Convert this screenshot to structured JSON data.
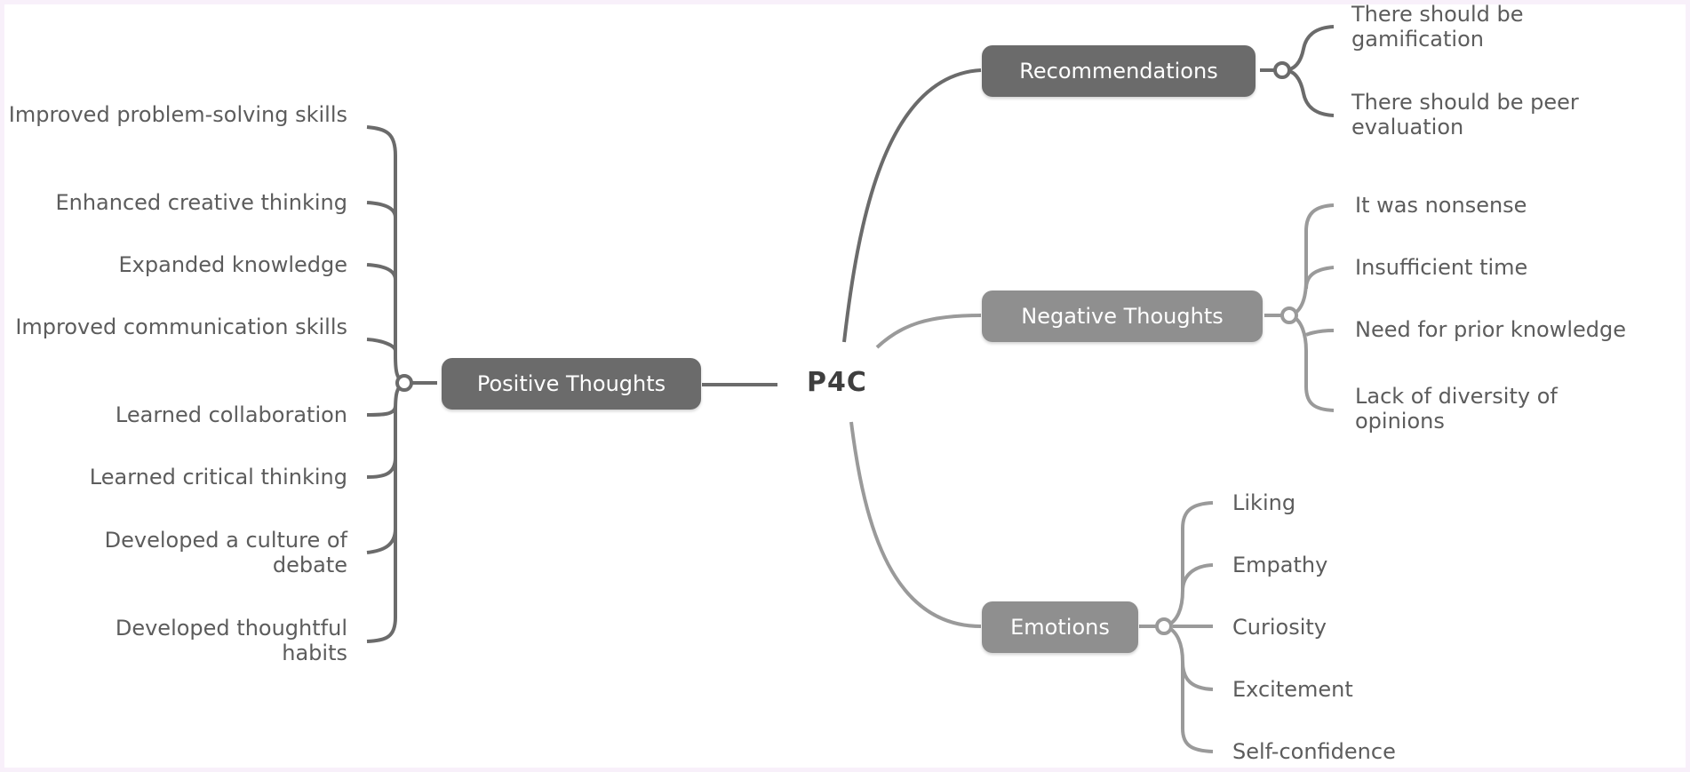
{
  "center": {
    "label": "P4C"
  },
  "branches": {
    "positive": {
      "label": "Positive Thoughts",
      "color": "#6b6b6b",
      "items": [
        "Improved problem-solving skills",
        "Enhanced creative thinking",
        "Expanded knowledge",
        "Improved communication skills",
        "Learned collaboration",
        "Learned critical thinking",
        "Developed a culture of debate",
        "Developed thoughtful habits"
      ]
    },
    "recommendations": {
      "label": "Recommendations",
      "color": "#6b6b6b",
      "items": [
        "There should be gamification",
        "There should be peer evaluation"
      ]
    },
    "negative": {
      "label": "Negative Thoughts",
      "color": "#8f8f8f",
      "items": [
        "It was nonsense",
        "Insufficient time",
        "Need for prior knowledge",
        "Lack of diversity of opinions"
      ]
    },
    "emotions": {
      "label": "Emotions",
      "color": "#8f8f8f",
      "items": [
        "Liking",
        "Empathy",
        "Curiosity",
        "Excitement",
        "Self-confidence"
      ]
    }
  }
}
